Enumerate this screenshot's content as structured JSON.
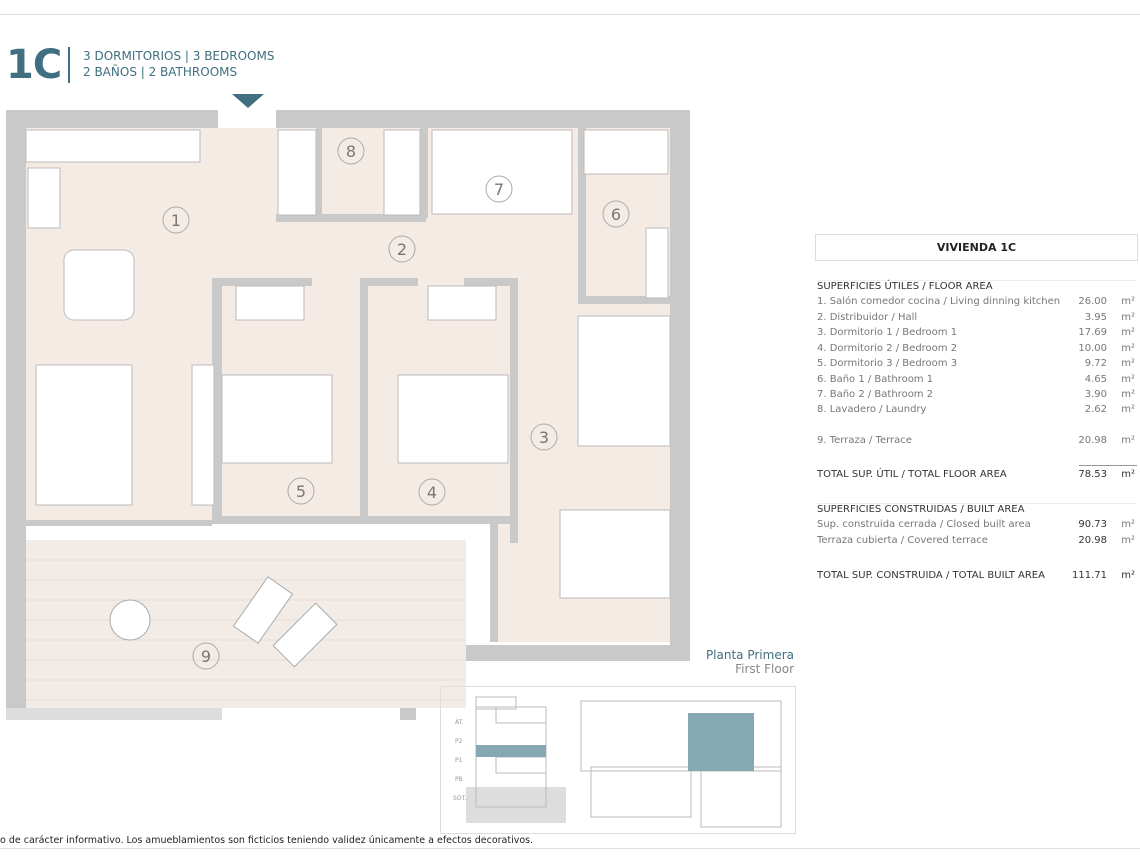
{
  "header": {
    "unit_code": "1C",
    "bedrooms": "3 DORMITORIOS | 3 BEDROOMS",
    "bathrooms": "2 BAÑOS | 2 BATHROOMS",
    "accent_color": "#3f6f80",
    "entrance_icon": "triangle-down-icon"
  },
  "plan": {
    "room_numbers": [
      "1",
      "2",
      "3",
      "4",
      "5",
      "6",
      "7",
      "8",
      "9"
    ]
  },
  "table": {
    "title": "VIVIENDA 1C",
    "floor_area_heading": "SUPERFICIES ÚTILES / FLOOR AREA",
    "rooms": [
      {
        "label": "1. Salón comedor cocina / Living dinning kitchen",
        "value": "26.00",
        "unit": "m²"
      },
      {
        "label": "2. Distribuidor / Hall",
        "value": "3.95",
        "unit": "m²"
      },
      {
        "label": "3. Dormitorio 1 / Bedroom 1",
        "value": "17.69",
        "unit": "m²"
      },
      {
        "label": "4. Dormitorio 2 / Bedroom 2",
        "value": "10.00",
        "unit": "m²"
      },
      {
        "label": "5. Dormitorio 3 / Bedroom 3",
        "value": "9.72",
        "unit": "m²"
      },
      {
        "label": "6. Baño 1 / Bathroom 1",
        "value": "4.65",
        "unit": "m²"
      },
      {
        "label": "7. Baño 2 / Bathroom 2",
        "value": "3.90",
        "unit": "m²"
      },
      {
        "label": "8. Lavadero / Laundry",
        "value": "2.62",
        "unit": "m²"
      }
    ],
    "terrace": {
      "label": "9. Terraza / Terrace",
      "value": "20.98",
      "unit": "m²"
    },
    "total_floor": {
      "label": "TOTAL SUP. ÚTIL / TOTAL FLOOR AREA",
      "value": "78.53",
      "unit": "m²"
    },
    "built_area_heading": "SUPERFICIES CONSTRUIDAS / BUILT AREA",
    "built": [
      {
        "label": "Sup. construida cerrada / Closed built area",
        "value": "90.73",
        "unit": "m²"
      },
      {
        "label": "Terraza cubierta / Covered terrace",
        "value": "20.98",
        "unit": "m²"
      }
    ],
    "total_built": {
      "label": "TOTAL SUP. CONSTRUIDA /  TOTAL BUILT AREA",
      "value": "111.71",
      "unit": "m²"
    }
  },
  "floor": {
    "title": "Planta Primera",
    "subtitle": "First Floor",
    "levels": [
      "ÁT.",
      "P2",
      "P1",
      "PB",
      "SÓT."
    ],
    "highlight_color": "#86a8b3"
  },
  "disclaimer": "o de carácter informativo. Los amueblamientos son ficticios teniendo validez únicamente a efectos decorativos."
}
